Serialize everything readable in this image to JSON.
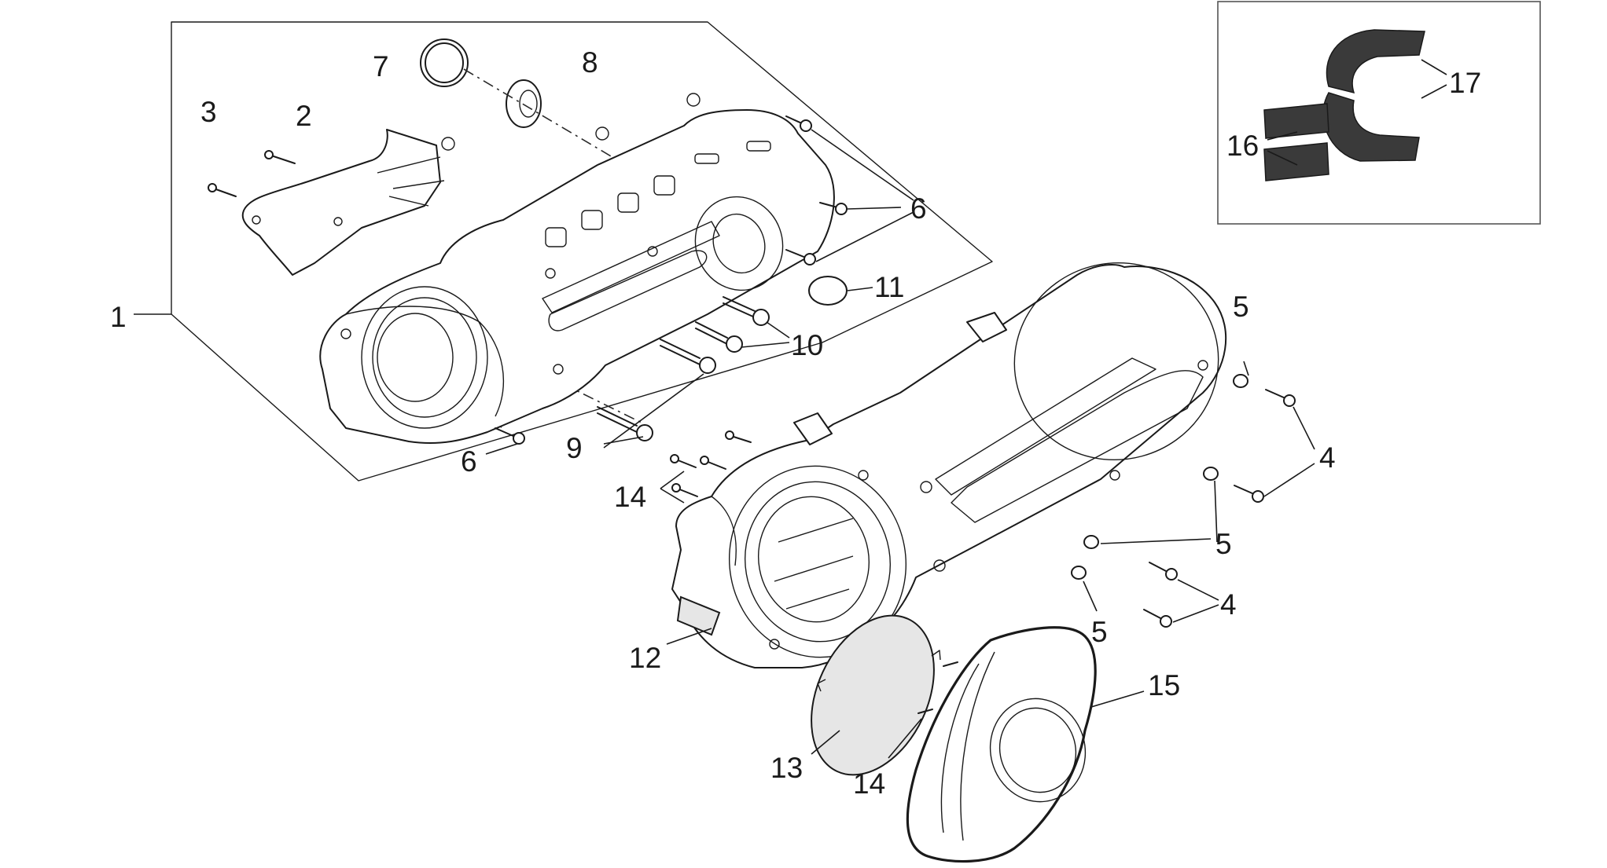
{
  "callouts": {
    "n1": "1",
    "n2": "2",
    "n3": "3",
    "n4a": "4",
    "n4b": "4",
    "n5a": "5",
    "n5b": "5",
    "n5c": "5",
    "n6a": "6",
    "n6b": "6",
    "n7": "7",
    "n8": "8",
    "n9": "9",
    "n10": "10",
    "n11": "11",
    "n12": "12",
    "n13": "13",
    "n14a": "14",
    "n14b": "14",
    "n15": "15",
    "n16": "16",
    "n17": "17"
  }
}
